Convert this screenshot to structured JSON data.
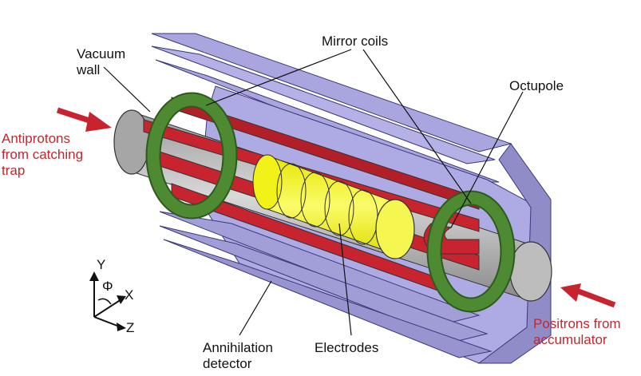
{
  "labels": {
    "vacuum_wall": "Vacuum\nwall",
    "mirror_coils": "Mirror coils",
    "octupole": "Octupole",
    "antiprotons": "Antiprotons\nfrom catching\ntrap",
    "positrons": "Positrons from\naccumulator",
    "annihilation_detector": "Annihilation\ndetector",
    "electrodes": "Electrodes"
  },
  "axes": {
    "y": "Y",
    "phi": "Φ",
    "x": "X",
    "z": "Z"
  },
  "colors": {
    "detector": "#a9a6df",
    "detector_edge": "#3a377a",
    "octupole": "#c8242f",
    "electrodes": "#f2f218",
    "mirror_coils": "#4d8a31",
    "tube": "#b8b8b8",
    "arrow": "#c8242f"
  }
}
